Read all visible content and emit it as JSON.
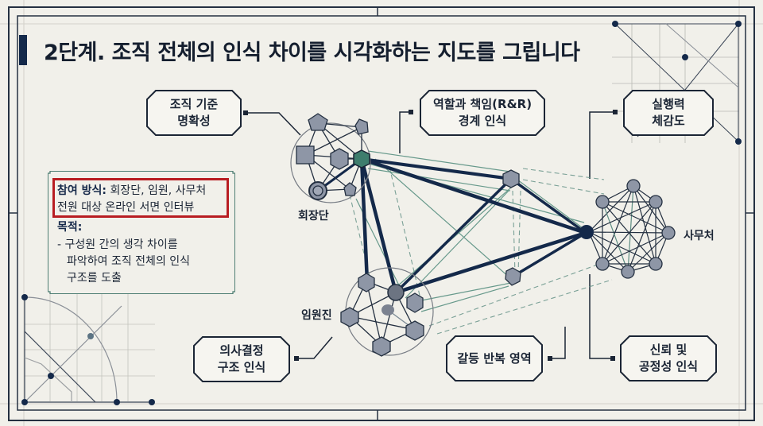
{
  "title": "2단계. 조직 전체의 인식 차이를 시각화하는 지도를 그립니다",
  "callouts": [
    {
      "id": "org-criteria",
      "text": "조직 기준\n명확성"
    },
    {
      "id": "role-responsibility",
      "text": "역할과 책임(R&R)\n경계 인식"
    },
    {
      "id": "execution",
      "text": "실행력\n체감도"
    },
    {
      "id": "decision-structure",
      "text": "의사결정\n구조 인식"
    },
    {
      "id": "conflict",
      "text": "갈등 반복 영역"
    },
    {
      "id": "trust-fairness",
      "text": "신뢰 및\n공정성 인식"
    }
  ],
  "nodes": {
    "chairman": "회장단",
    "executives": "임원진",
    "secretariat": "사무처"
  },
  "info_box": {
    "method_label": "참여 방식:",
    "method_value": " 회장단, 임원, 사무처",
    "method_line2": "전원 대상 온라인 서면 인터뷰",
    "purpose_label": "목적:",
    "purpose_lines": [
      "- 구성원 간의 생각 차이를",
      "파악하여 조직 전체의 인식",
      "구조를 도출"
    ]
  },
  "colors": {
    "background": "#f1f0ea",
    "navy": "#14294a",
    "teal": "#3d7a6a",
    "highlight_red": "#b81d22",
    "node_gray": "#8e96a6"
  }
}
